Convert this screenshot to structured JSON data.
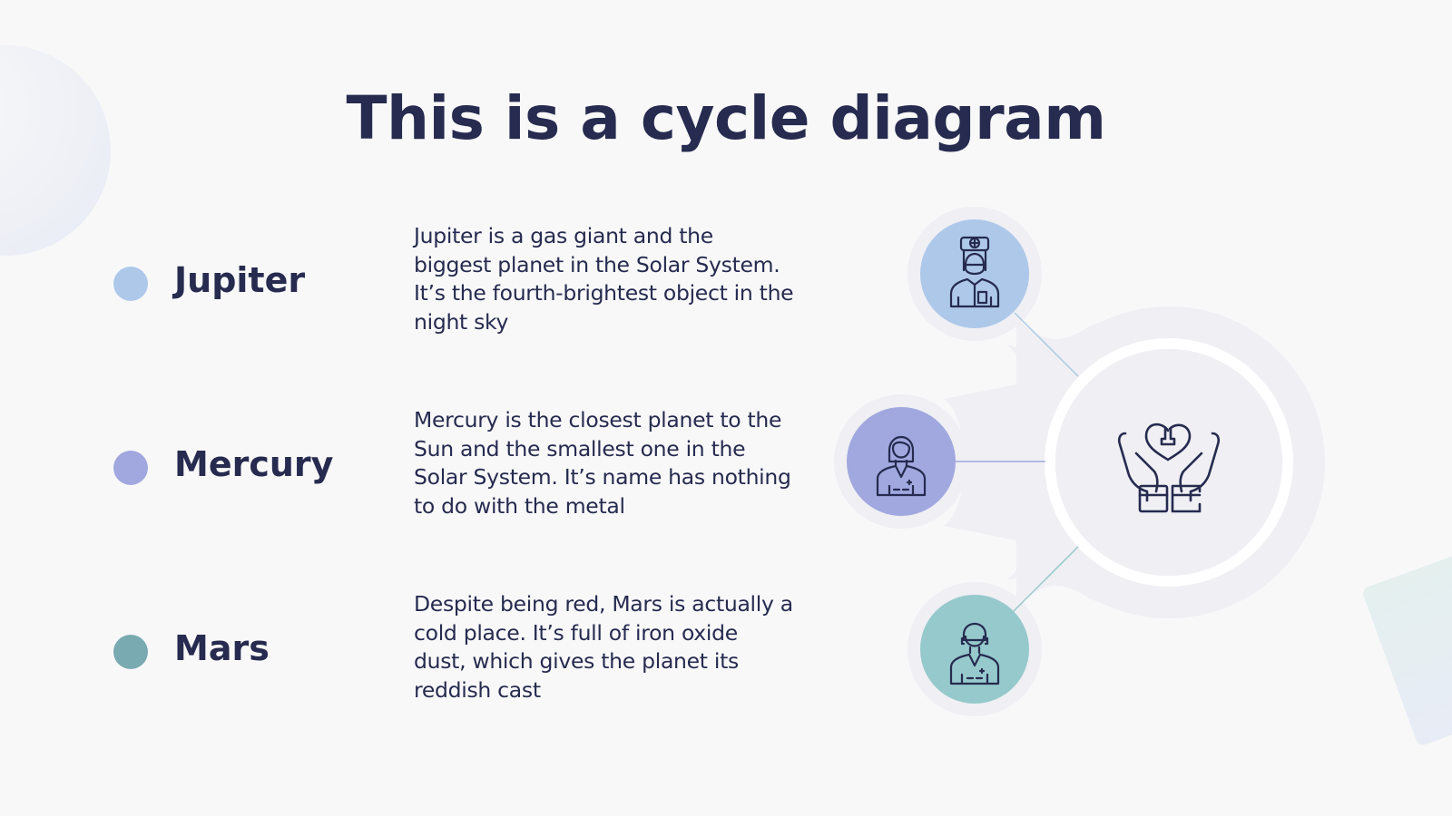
{
  "title": "This is a cycle diagram",
  "colors": {
    "text": "#262b4f",
    "background": "#f8f8f9",
    "jupiter": "#aec8ea",
    "mercury": "#a1a8df",
    "mars": "#79aab1",
    "jupiter_icon_bg": "#aec8ea",
    "mercury_icon_bg": "#a1a8df",
    "mars_icon_bg": "#96c9cc",
    "shape_fill": "#efeff4"
  },
  "items": [
    {
      "label": "Jupiter",
      "description": "Jupiter is a gas giant and the biggest planet in the Solar System. It’s the fourth-brightest object in the night sky",
      "icon": "nurse-icon"
    },
    {
      "label": "Mercury",
      "description": "Mercury is the closest planet to the Sun and the smallest one in the Solar System. It’s name has nothing to do with the metal",
      "icon": "female-doctor-icon"
    },
    {
      "label": "Mars",
      "description": "Despite being red, Mars is actually a cold place. It’s full of iron oxide dust, which gives the planet its reddish cast",
      "icon": "male-doctor-icon"
    }
  ],
  "center": {
    "icon": "hands-heart-care-icon"
  }
}
